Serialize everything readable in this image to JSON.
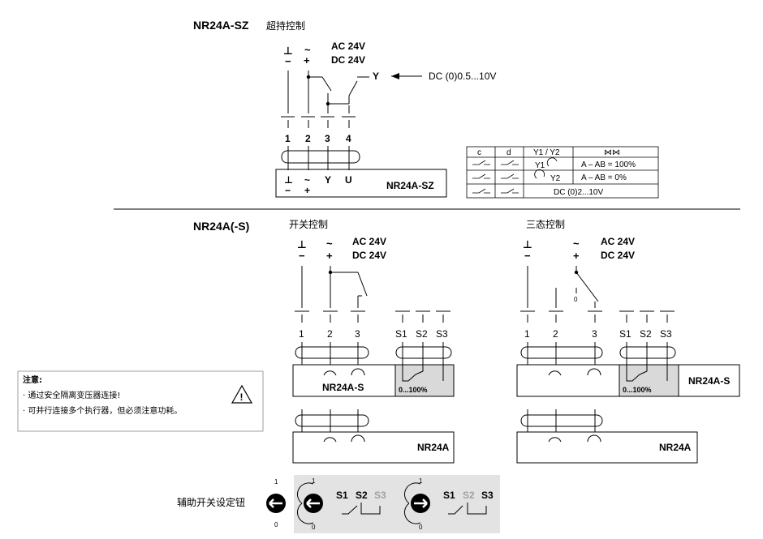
{
  "top": {
    "model": "NR24A-SZ",
    "title": "超持控制",
    "power_ac": "AC 24V",
    "power_dc": "DC 24V",
    "gnd_sym": "⊥",
    "minus_sym": "−",
    "tilde_sym": "~",
    "plus_sym": "+",
    "y_label": "Y",
    "u_label": "U",
    "signal": "DC (0)0.5...10V",
    "terminals": [
      "1",
      "2",
      "3",
      "4"
    ],
    "box_model": "NR24A-SZ"
  },
  "table": {
    "headers": [
      "c",
      "d",
      "Y1 / Y2",
      "⋈⋈"
    ],
    "rows": [
      [
        "Y1",
        "A – AB = 100%"
      ],
      [
        "Y2",
        "A – AB = 0%"
      ],
      [
        "DC (0)2...10V"
      ]
    ]
  },
  "bottom": {
    "model": "NR24A(-S)",
    "left_title": "开关控制",
    "right_title": "三态控制",
    "power_ac": "AC 24V",
    "power_dc": "DC 24V",
    "terminals": [
      "1",
      "2",
      "3"
    ],
    "aux_terminals": [
      "S1",
      "S2",
      "S3"
    ],
    "zero": "0",
    "pot_range": "0...100%",
    "model_s": "NR24A-S",
    "model_plain": "NR24A"
  },
  "note": {
    "heading": "注意:",
    "items": [
      "通过安全隔离变压器连接!",
      "可并行连接多个执行器，但必须注意功耗。"
    ]
  },
  "aux": {
    "label": "辅助开关设定钮",
    "one": "1",
    "zero": "0",
    "s1": "S1",
    "s2": "S2",
    "s3": "S3"
  },
  "colors": {
    "line": "#000000",
    "gray_box": "#d9d9d9",
    "gray_text": "#a0a0a0"
  }
}
